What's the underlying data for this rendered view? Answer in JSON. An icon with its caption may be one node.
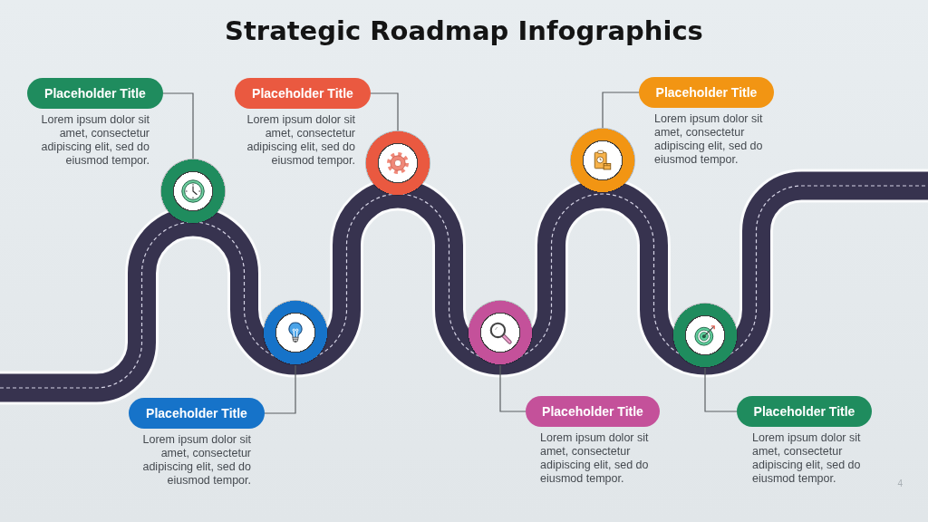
{
  "diagram": {
    "title": "Strategic Roadmap Infographics",
    "nodes": [
      {
        "text": [
          "Placeholder Title"
        ],
        "beside": [
          "Lorem ipsum dolor sit amet, consectetur adipiscing elit, sed do eiusmod tempor."
        ]
      },
      {
        "text": [],
        "shape": "circle"
      },
      {
        "text": [
          "Placeholder Title"
        ],
        "beside": [
          "Lorem ipsum dolor sit amet, consectetur adipiscing elit, sed do eiusmod tempor."
        ]
      },
      {
        "text": [],
        "shape": "circle"
      },
      {
        "text": [
          "Placeholder Title"
        ],
        "beside": [
          "Lorem ipsum dolor sit amet, consectetur adipiscing elit, sed do eiusmod tempor."
        ]
      },
      {
        "text": [],
        "shape": "circle"
      },
      {
        "text": [
          "Placeholder Title"
        ],
        "beside": [
          "Lorem ipsum dolor sit amet, consectetur adipiscing elit, sed do eiusmod tempor."
        ]
      },
      {
        "text": [],
        "shape": "circle"
      },
      {
        "text": [
          "Placeholder Title"
        ],
        "beside": [
          "Lorem ipsum dolor sit amet, consectetur adipiscing elit, sed do eiusmod tempor."
        ]
      },
      {
        "text": [],
        "shape": "circle"
      },
      {
        "text": [
          "Placeholder Title"
        ],
        "beside": [
          "Lorem ipsum dolor sit amet, consectetur adipiscing elit, sed do eiusmod tempor."
        ]
      },
      {
        "text": [],
        "shape": "circle"
      }
    ],
    "edges": [
      {
        "from": 0,
        "to": 1,
        "arrow": "none"
      },
      {
        "from": 2,
        "to": 3,
        "arrow": "none"
      },
      {
        "from": 4,
        "to": 5,
        "arrow": "none"
      },
      {
        "from": 6,
        "to": 7,
        "arrow": "none"
      },
      {
        "from": 8,
        "to": 9,
        "arrow": "none"
      },
      {
        "from": 10,
        "to": 11,
        "arrow": "none"
      }
    ],
    "labels": [
      "4"
    ]
  }
}
